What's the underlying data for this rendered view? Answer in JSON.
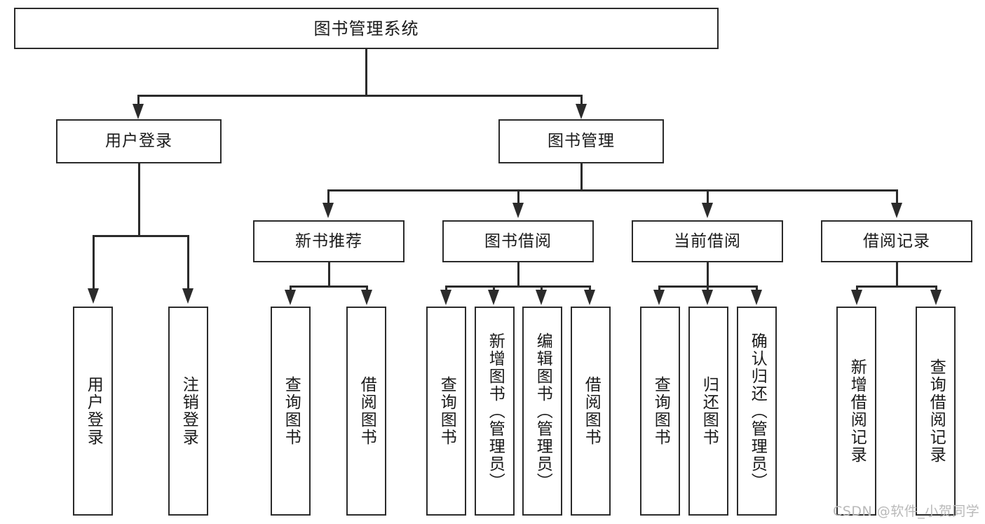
{
  "diagram": {
    "title": "图书管理系统",
    "type": "hierarchy-tree",
    "root": {
      "id": "root",
      "label": "图书管理系统"
    },
    "level2": [
      {
        "id": "user-login",
        "label": "用户登录"
      },
      {
        "id": "book-manage",
        "label": "图书管理"
      }
    ],
    "level3": [
      {
        "id": "new-book-rec",
        "label": "新书推荐",
        "parent": "book-manage"
      },
      {
        "id": "book-borrow",
        "label": "图书借阅",
        "parent": "book-manage"
      },
      {
        "id": "current-borrow",
        "label": "当前借阅",
        "parent": "book-manage"
      },
      {
        "id": "borrow-record",
        "label": "借阅记录",
        "parent": "book-manage"
      }
    ],
    "leaves": [
      {
        "id": "leaf-user-login",
        "label": "用户登录",
        "parent": "user-login"
      },
      {
        "id": "leaf-user-logout",
        "label": "注销登录",
        "parent": "user-login"
      },
      {
        "id": "leaf-query-book-1",
        "label": "查询图书",
        "parent": "new-book-rec"
      },
      {
        "id": "leaf-borrow-book-1",
        "label": "借阅图书",
        "parent": "new-book-rec"
      },
      {
        "id": "leaf-query-book-2",
        "label": "查询图书",
        "parent": "book-borrow"
      },
      {
        "id": "leaf-add-book",
        "label": "新增图书（管理员）",
        "parent": "book-borrow"
      },
      {
        "id": "leaf-edit-book",
        "label": "编辑图书（管理员）",
        "parent": "book-borrow"
      },
      {
        "id": "leaf-borrow-book-2",
        "label": "借阅图书",
        "parent": "book-borrow"
      },
      {
        "id": "leaf-query-book-3",
        "label": "查询图书",
        "parent": "current-borrow"
      },
      {
        "id": "leaf-return-book",
        "label": "归还图书",
        "parent": "current-borrow"
      },
      {
        "id": "leaf-confirm-return",
        "label": "确认归还（管理员）",
        "parent": "current-borrow"
      },
      {
        "id": "leaf-add-record",
        "label": "新增借阅记录",
        "parent": "borrow-record"
      },
      {
        "id": "leaf-query-record",
        "label": "查询借阅记录",
        "parent": "borrow-record"
      }
    ],
    "colors": {
      "stroke": "#2b2b2b",
      "fill": "#ffffff",
      "text": "#1a1a1a",
      "watermark": "#b9b9b9"
    }
  },
  "watermark": {
    "text": "CSDN @软件_小贺同学"
  }
}
